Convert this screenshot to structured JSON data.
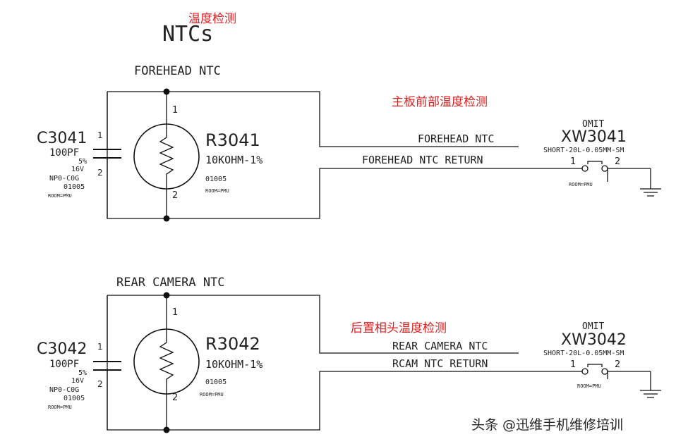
{
  "header": {
    "title": "NTCs",
    "annotation_cn": "温度检测"
  },
  "circuits": [
    {
      "net_label": "FOREHEAD NTC",
      "cn_label": "主板前部温度检测",
      "cap": {
        "ref": "C3041",
        "value": "100PF",
        "tol": "5%",
        "volt": "16V",
        "dielectric": "NP0-C0G",
        "pkg": "01005",
        "room": "ROOM=PMU",
        "pin1": "1",
        "pin2": "2"
      },
      "res": {
        "ref": "R3041",
        "value": "10KOHM-1%",
        "pkg": "01005",
        "room": "ROOM=PMU",
        "pin1": "1",
        "pin2": "2"
      },
      "signal": "FOREHEAD NTC",
      "return": "FOREHEAD NTC RETURN",
      "xw": {
        "omit": "OMIT",
        "ref": "XW3041",
        "value": "SHORT-20L-0.05MM-SM",
        "room": "ROOM=PMU",
        "pin1": "1",
        "pin2": "2"
      }
    },
    {
      "net_label": "REAR CAMERA NTC",
      "cn_label": "后置相头温度检测",
      "cap": {
        "ref": "C3042",
        "value": "100PF",
        "tol": "5%",
        "volt": "16V",
        "dielectric": "NP0-C0G",
        "pkg": "01005",
        "room": "ROOM=PMU",
        "pin1": "1",
        "pin2": "2"
      },
      "res": {
        "ref": "R3042",
        "value": "10KOHM-1%",
        "pkg": "01005",
        "room": "ROOM=PMU",
        "pin1": "1",
        "pin2": "2"
      },
      "signal": "REAR CAMERA NTC",
      "return": "RCAM NTC RETURN",
      "xw": {
        "omit": "OMIT",
        "ref": "XW3042",
        "value": "SHORT-20L-0.05MM-SM",
        "room": "ROOM=PMU",
        "pin1": "1",
        "pin2": "2"
      }
    }
  ],
  "watermark": "头条 @迅维手机维修培训"
}
